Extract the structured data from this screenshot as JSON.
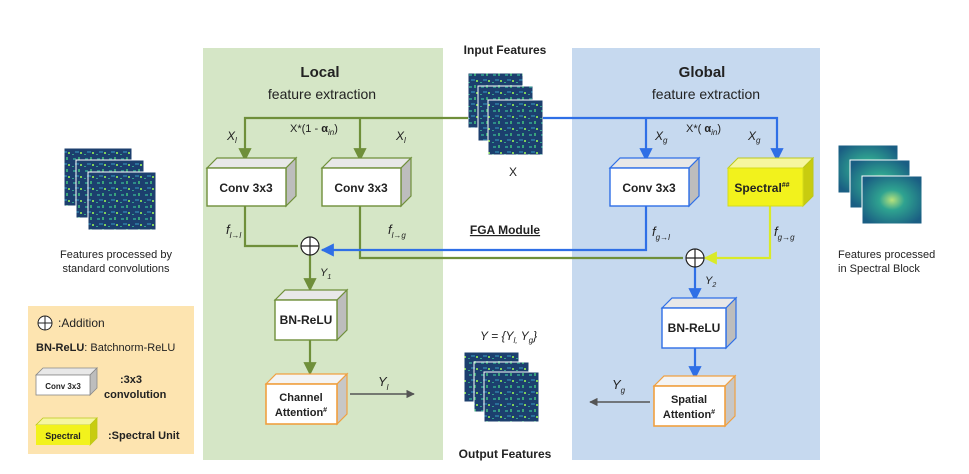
{
  "colors": {
    "local_bg": "#d5e6c6",
    "global_bg": "#c6d9ef",
    "legend_bg": "#fde4b0",
    "local_line": "#6f8f3a",
    "global_line": "#2f6fe6",
    "spectral_line": "#d9ea28",
    "attention_border": "#f0a040",
    "spectral_fill": "#f2f21c"
  },
  "panels": {
    "local_title": "Local",
    "local_subtitle": "feature extraction",
    "global_title": "Global",
    "global_subtitle": "feature extraction",
    "input_features": "Input Features",
    "output_features": "Output Features",
    "fga_module": "FGA Module"
  },
  "blocks": {
    "conv_local_1": "Conv 3x3",
    "conv_local_2": "Conv 3x3",
    "conv_global": "Conv 3x3",
    "spectral": "Spectral",
    "spectral_sup": "##",
    "bn_relu_local": "BN-ReLU",
    "bn_relu_global": "BN-ReLU",
    "channel_attention_1": "Channel",
    "channel_attention_2": "Attention",
    "channel_attention_sup": "#",
    "spatial_attention_1": "Spatial",
    "spatial_attention_2": "Attention",
    "spatial_attention_sup": "#"
  },
  "labels": {
    "x_l_left": "X",
    "x_l_left_sub": "l",
    "x_l_right": "X",
    "x_l_right_sub": "l",
    "x_alpha_in_local": "X*(1 - ",
    "alpha": "α",
    "alpha_sub": "in",
    "close_paren": ")",
    "x_alpha_in_global": "X*( ",
    "x_g_1": "X",
    "x_g_1_sub": "g",
    "x_g_2": "X",
    "x_g_2_sub": "g",
    "x_input": "X",
    "f_ll": "f",
    "f_ll_sub": "l→l",
    "f_lg": "f",
    "f_lg_sub": "l→g",
    "f_gl": "f",
    "f_gl_sub": "g→l",
    "f_gg": "f",
    "f_gg_sub": "g→g",
    "y1": "Y",
    "y1_sub": "1",
    "y2": "Y",
    "y2_sub": "2",
    "yl": "Y",
    "yl_sub": "l",
    "yg": "Y",
    "yg_sub": "g",
    "y_eq_1": "Y = {Y",
    "y_eq_sub1": "l,",
    "y_eq_2": " Y",
    "y_eq_sub2": "g",
    "y_eq_3": "}"
  },
  "side": {
    "left_caption_1": "Features processed by",
    "left_caption_2": "standard convolutions",
    "right_caption_1": "Features    processed",
    "right_caption_2": "in Spectral Block"
  },
  "legend": {
    "addition": ":Addition",
    "bn_relu_key": "BN-ReLU",
    "bn_relu_desc": ": Batchnorm-ReLU",
    "conv_box": "Conv 3x3",
    "conv_desc_1": ":3x3",
    "conv_desc_2": "convolution",
    "spectral_box": "Spectral",
    "spectral_desc": ":Spectral Unit"
  },
  "icons": [
    "addition-icon",
    "feature-map-image",
    "spectrum-image",
    "arrow-icon"
  ]
}
